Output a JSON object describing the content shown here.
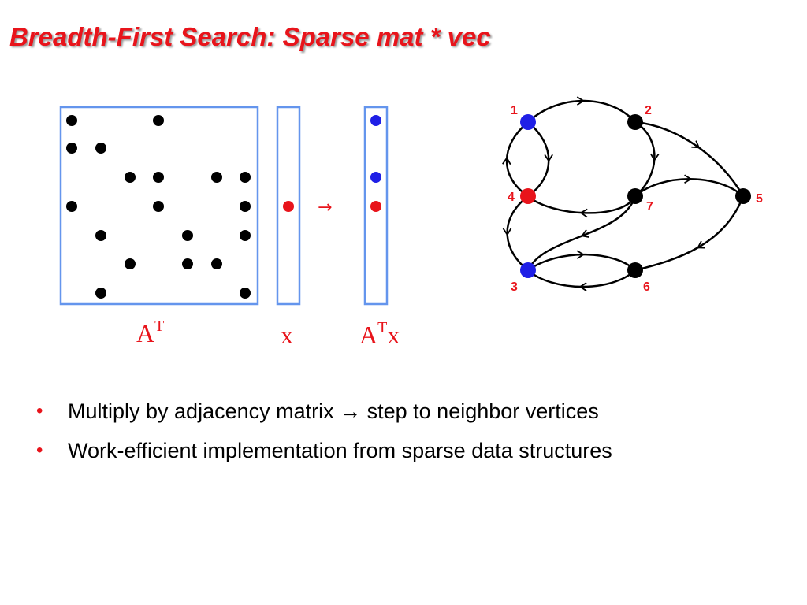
{
  "slide": {
    "title": "Breadth-First Search: Sparse mat * vec"
  },
  "labels": {
    "matrix": "A",
    "matrix_sup": "T",
    "vector_x": "x",
    "product_a": "A",
    "product_sup": "T",
    "product_x": "x",
    "arrow": "→"
  },
  "colors": {
    "title": "#e8141b",
    "frame": "#6495ed",
    "active": "#e8141b",
    "frontier": "#1f1fe6",
    "node": "#000000"
  },
  "matrix_nonzeros": [
    [
      1,
      1
    ],
    [
      1,
      4
    ],
    [
      2,
      1
    ],
    [
      2,
      2
    ],
    [
      3,
      3
    ],
    [
      3,
      4
    ],
    [
      3,
      6
    ],
    [
      3,
      7
    ],
    [
      4,
      1
    ],
    [
      4,
      4
    ],
    [
      4,
      7
    ],
    [
      5,
      2
    ],
    [
      5,
      5
    ],
    [
      5,
      7
    ],
    [
      6,
      3
    ],
    [
      6,
      5
    ],
    [
      6,
      6
    ],
    [
      7,
      2
    ],
    [
      7,
      7
    ]
  ],
  "x_nonzeros": [
    {
      "row": 4,
      "color": "red"
    }
  ],
  "atx_nonzeros": [
    {
      "row": 1,
      "color": "blue"
    },
    {
      "row": 3,
      "color": "blue"
    },
    {
      "row": 4,
      "color": "red"
    }
  ],
  "graph": {
    "nodes": [
      {
        "id": "1",
        "label": "1",
        "state": "frontier"
      },
      {
        "id": "2",
        "label": "2",
        "state": "none"
      },
      {
        "id": "3",
        "label": "3",
        "state": "frontier"
      },
      {
        "id": "4",
        "label": "4",
        "state": "active"
      },
      {
        "id": "5",
        "label": "5",
        "state": "none"
      },
      {
        "id": "6",
        "label": "6",
        "state": "none"
      },
      {
        "id": "7",
        "label": "7",
        "state": "none"
      }
    ],
    "edges": [
      {
        "from": "1",
        "to": "2"
      },
      {
        "from": "1",
        "to": "4"
      },
      {
        "from": "4",
        "to": "1"
      },
      {
        "from": "2",
        "to": "7"
      },
      {
        "from": "2",
        "to": "5"
      },
      {
        "from": "7",
        "to": "4"
      },
      {
        "from": "7",
        "to": "5"
      },
      {
        "from": "7",
        "to": "3"
      },
      {
        "from": "4",
        "to": "3"
      },
      {
        "from": "3",
        "to": "6"
      },
      {
        "from": "6",
        "to": "3"
      },
      {
        "from": "5",
        "to": "6"
      }
    ]
  },
  "bullets": [
    {
      "pre": "Multiply by adjacency matrix ",
      "arrow": "→",
      "post": " step to neighbor vertices"
    },
    {
      "pre": "Work-efficient implementation from sparse data structures",
      "arrow": "",
      "post": ""
    }
  ],
  "bullet_char": "•"
}
